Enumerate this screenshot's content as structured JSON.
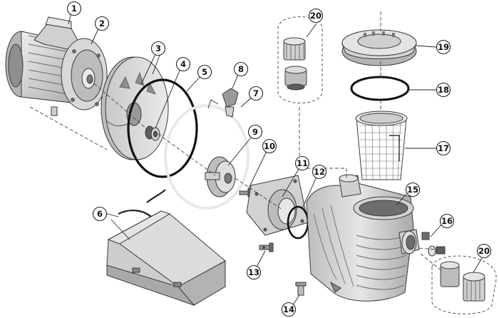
{
  "callouts": [
    {
      "id": "c1",
      "label": "1"
    },
    {
      "id": "c2",
      "label": "2"
    },
    {
      "id": "c3",
      "label": "3"
    },
    {
      "id": "c4",
      "label": "4"
    },
    {
      "id": "c5",
      "label": "5"
    },
    {
      "id": "c6",
      "label": "6"
    },
    {
      "id": "c7",
      "label": "7"
    },
    {
      "id": "c8",
      "label": "8"
    },
    {
      "id": "c9",
      "label": "9"
    },
    {
      "id": "c10",
      "label": "10"
    },
    {
      "id": "c11",
      "label": "11"
    },
    {
      "id": "c12",
      "label": "12"
    },
    {
      "id": "c13",
      "label": "13"
    },
    {
      "id": "c14",
      "label": "14"
    },
    {
      "id": "c15",
      "label": "15"
    },
    {
      "id": "c16",
      "label": "16"
    },
    {
      "id": "c17",
      "label": "17"
    },
    {
      "id": "c18",
      "label": "18"
    },
    {
      "id": "c19",
      "label": "19"
    },
    {
      "id": "c20a",
      "label": "20"
    },
    {
      "id": "c20b",
      "label": "20"
    }
  ],
  "colors": {
    "part_fill": "#d9d9d9",
    "part_dark": "#9a9a9a",
    "part_stroke": "#3a3a3a",
    "callout_fill": "#ffffff",
    "background": "#ffffff"
  }
}
